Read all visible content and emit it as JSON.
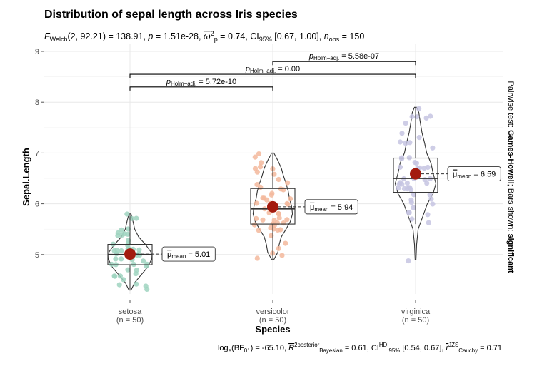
{
  "chart_data": {
    "type": "violin-box-scatter",
    "title": "Distribution of sepal length across Iris species",
    "subtitle": {
      "parts": [
        {
          "text": "F",
          "style": "italic"
        },
        {
          "text": "Welch",
          "style": "sub"
        },
        {
          "text": "(2, 92.21) = 138.91, ",
          "style": "normal"
        },
        {
          "text": "p",
          "style": "italic"
        },
        {
          "text": " = 1.51e-28, ",
          "style": "normal"
        },
        {
          "text": "ω",
          "style": "italic",
          "hat": true
        },
        {
          "text": "2",
          "style": "sup"
        },
        {
          "text": "p",
          "style": "sub"
        },
        {
          "text": " = 0.74, CI",
          "style": "normal"
        },
        {
          "text": "95%",
          "style": "sub"
        },
        {
          "text": " [0.67, 1.00], ",
          "style": "normal"
        },
        {
          "text": "n",
          "style": "italic"
        },
        {
          "text": "obs",
          "style": "sub"
        },
        {
          "text": " = 150",
          "style": "normal"
        }
      ]
    },
    "caption": {
      "parts": [
        {
          "text": "log",
          "style": "normal"
        },
        {
          "text": "e",
          "style": "sub"
        },
        {
          "text": "(BF",
          "style": "normal"
        },
        {
          "text": "01",
          "style": "sub"
        },
        {
          "text": ") = -65.10, ",
          "style": "normal"
        },
        {
          "text": "R",
          "style": "italic",
          "hat": true
        },
        {
          "text": "2",
          "style": "sup"
        },
        {
          "text": "posterior",
          "style": "sup2"
        },
        {
          "text": "Bayesian",
          "style": "sub"
        },
        {
          "text": " = 0.61, CI",
          "style": "normal"
        },
        {
          "text": "HDI",
          "style": "sup"
        },
        {
          "text": "95%",
          "style": "sub"
        },
        {
          "text": " [0.54, 0.67], ",
          "style": "normal"
        },
        {
          "text": "r",
          "style": "italic",
          "hat": true
        },
        {
          "text": "JZS",
          "style": "sup"
        },
        {
          "text": "Cauchy",
          "style": "sub"
        },
        {
          "text": " = 0.71",
          "style": "normal"
        }
      ]
    },
    "xlabel": "Species",
    "ylabel": "Sepal.Length",
    "ylim": [
      4.05,
      9.0
    ],
    "yticks": [
      5,
      6,
      7,
      8,
      9
    ],
    "grid": true,
    "right_note": {
      "prefix": "Pairwise test: ",
      "test": "Games-Howell",
      "middle": "; Bars shown: ",
      "shown": "significant"
    },
    "groups": [
      {
        "name": "setosa",
        "n_label": "(n = 50)",
        "color": "#9fd3bf",
        "mean": 5.01,
        "mean_label": "5.01",
        "box": {
          "min": 4.3,
          "q1": 4.8,
          "median": 5.0,
          "q3": 5.2,
          "max": 5.8
        },
        "violin_profile": [
          [
            4.3,
            0.05
          ],
          [
            4.45,
            0.22
          ],
          [
            4.6,
            0.52
          ],
          [
            4.75,
            0.82
          ],
          [
            4.9,
            1.0
          ],
          [
            5.05,
            0.98
          ],
          [
            5.2,
            0.72
          ],
          [
            5.35,
            0.4
          ],
          [
            5.5,
            0.22
          ],
          [
            5.65,
            0.14
          ],
          [
            5.8,
            0.05
          ]
        ],
        "points": [
          5.1,
          4.9,
          4.7,
          4.6,
          5.0,
          5.4,
          4.6,
          5.0,
          4.4,
          4.9,
          5.4,
          4.8,
          4.8,
          4.3,
          5.8,
          5.7,
          5.4,
          5.1,
          5.7,
          5.1,
          5.4,
          5.1,
          4.6,
          5.1,
          4.8,
          5.0,
          5.0,
          5.2,
          5.2,
          4.7,
          4.8,
          5.4,
          5.2,
          5.5,
          4.9,
          5.0,
          5.5,
          4.9,
          4.4,
          5.1,
          5.0,
          4.5,
          4.4,
          5.0,
          5.1,
          4.8,
          5.1,
          4.6,
          5.3,
          5.0
        ]
      },
      {
        "name": "versicolor",
        "n_label": "(n = 50)",
        "color": "#f3b89c",
        "mean": 5.94,
        "mean_label": "5.94",
        "box": {
          "min": 4.9,
          "q1": 5.6,
          "median": 5.9,
          "q3": 6.3,
          "max": 7.0
        },
        "violin_profile": [
          [
            4.9,
            0.05
          ],
          [
            5.05,
            0.24
          ],
          [
            5.2,
            0.3
          ],
          [
            5.35,
            0.4
          ],
          [
            5.5,
            0.62
          ],
          [
            5.65,
            0.82
          ],
          [
            5.8,
            0.92
          ],
          [
            5.95,
            0.88
          ],
          [
            6.1,
            0.78
          ],
          [
            6.25,
            0.72
          ],
          [
            6.4,
            0.62
          ],
          [
            6.55,
            0.5
          ],
          [
            6.7,
            0.4
          ],
          [
            6.85,
            0.24
          ],
          [
            7.0,
            0.05
          ]
        ],
        "points": [
          7.0,
          6.4,
          6.9,
          5.5,
          6.5,
          5.7,
          6.3,
          4.9,
          6.6,
          5.2,
          5.0,
          5.9,
          6.0,
          6.1,
          5.6,
          6.7,
          5.6,
          5.8,
          6.2,
          5.6,
          5.9,
          6.1,
          6.3,
          6.1,
          6.4,
          6.6,
          6.8,
          6.7,
          6.0,
          5.7,
          5.5,
          5.5,
          5.8,
          6.0,
          5.4,
          6.0,
          6.7,
          6.3,
          5.6,
          5.5,
          5.5,
          6.1,
          5.8,
          5.0,
          5.6,
          5.7,
          5.7,
          6.2,
          5.1,
          5.7
        ]
      },
      {
        "name": "virginica",
        "n_label": "(n = 50)",
        "color": "#c6c4e2",
        "mean": 6.59,
        "mean_label": "6.59",
        "box": {
          "min": 5.6,
          "q1": 6.225,
          "median": 6.5,
          "q3": 6.9,
          "max": 7.9
        },
        "violin_profile": [
          [
            4.9,
            0.02
          ],
          [
            5.2,
            0.05
          ],
          [
            5.5,
            0.12
          ],
          [
            5.8,
            0.38
          ],
          [
            6.0,
            0.55
          ],
          [
            6.2,
            0.82
          ],
          [
            6.4,
            0.95
          ],
          [
            6.6,
            0.82
          ],
          [
            6.8,
            0.72
          ],
          [
            7.0,
            0.52
          ],
          [
            7.2,
            0.42
          ],
          [
            7.4,
            0.3
          ],
          [
            7.6,
            0.22
          ],
          [
            7.8,
            0.15
          ],
          [
            7.9,
            0.05
          ]
        ],
        "points": [
          6.3,
          5.8,
          7.1,
          6.3,
          6.5,
          7.6,
          4.9,
          7.3,
          6.7,
          7.2,
          6.5,
          6.4,
          6.8,
          5.7,
          5.8,
          6.4,
          6.5,
          7.7,
          7.7,
          6.0,
          6.9,
          5.6,
          7.7,
          6.3,
          6.7,
          7.2,
          6.2,
          6.1,
          6.4,
          7.2,
          7.4,
          7.9,
          6.4,
          6.3,
          6.1,
          7.7,
          6.3,
          6.4,
          6.0,
          6.9,
          6.7,
          6.9,
          5.8,
          6.8,
          6.7,
          6.7,
          6.3,
          6.5,
          6.2,
          5.9
        ]
      }
    ],
    "mean_label_prefix": "μ",
    "mean_label_sub": "mean",
    "pairwise": [
      {
        "from": 0,
        "to": 1,
        "y": 8.3,
        "stat": "p",
        "sub": "Holm−adj.",
        "value": " = 5.72e-10"
      },
      {
        "from": 0,
        "to": 2,
        "y": 8.55,
        "stat": "p",
        "sub": "Holm−adj.",
        "value": " = 0.00"
      },
      {
        "from": 1,
        "to": 2,
        "y": 8.8,
        "stat": "p",
        "sub": "Holm−adj.",
        "value": " = 5.58e-07"
      }
    ],
    "colors": {
      "mean_point": "#a31a0e",
      "grid": "#ebebeb",
      "axis_text": "#4d4d4d"
    }
  }
}
